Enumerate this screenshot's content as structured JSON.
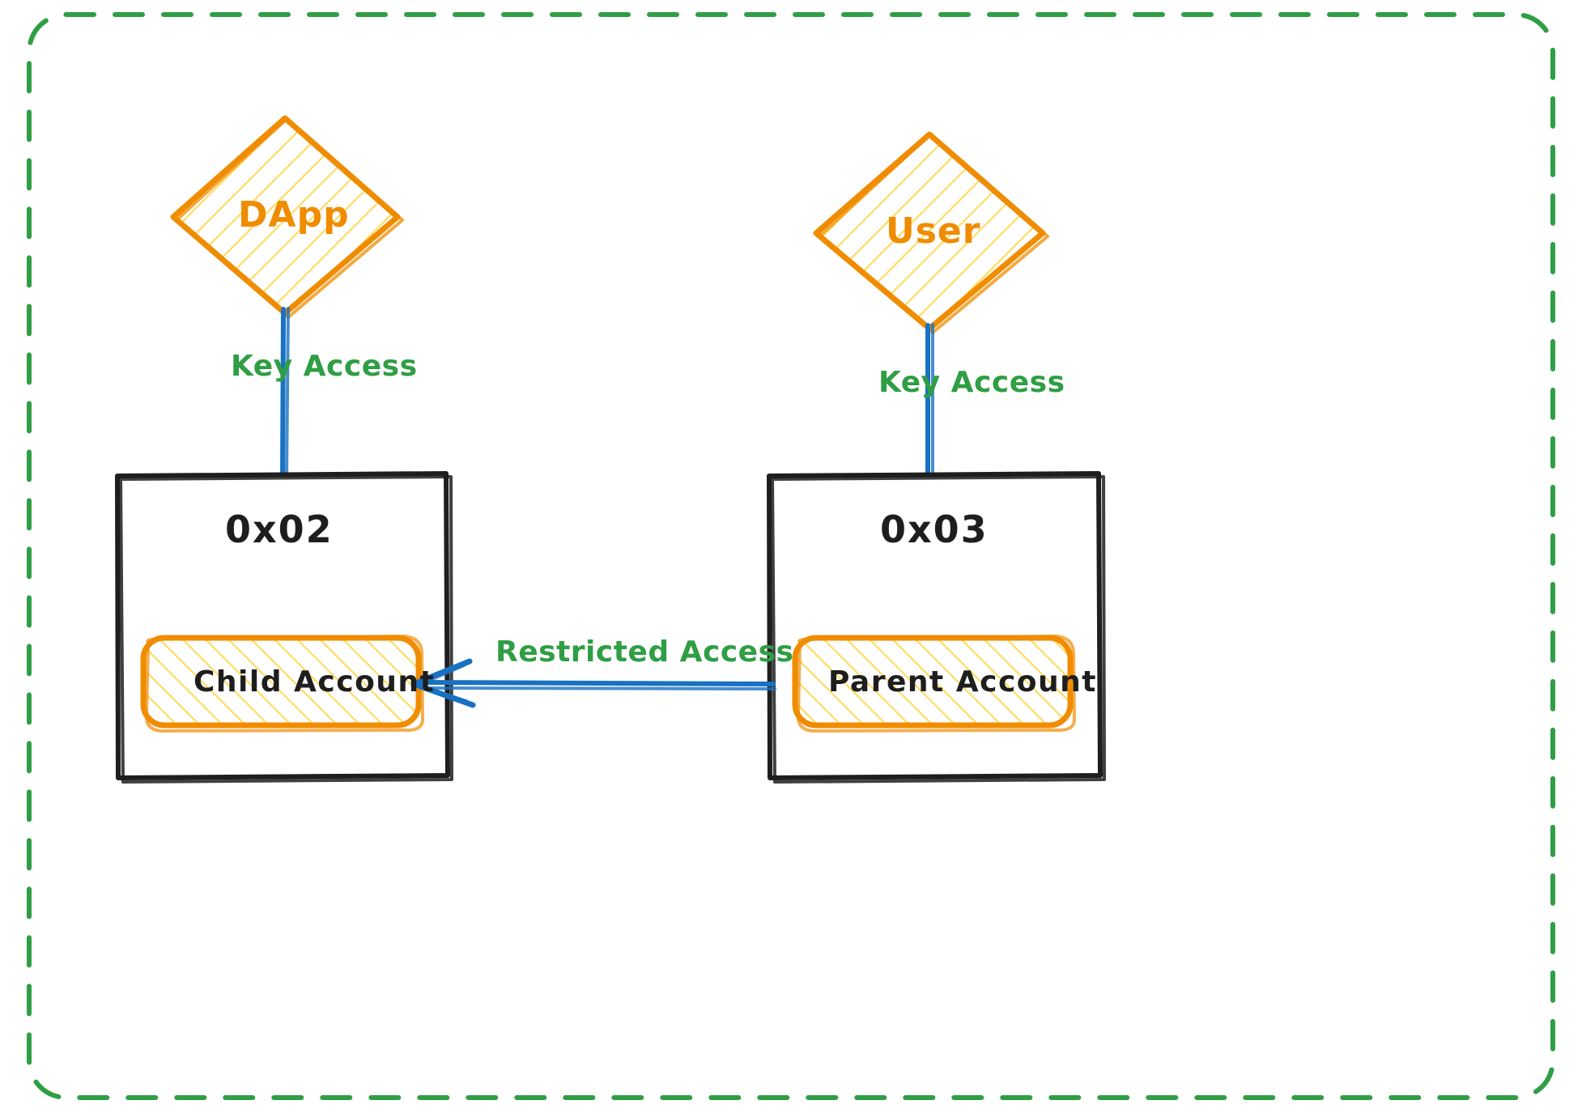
{
  "diagram": {
    "title_visible": false,
    "container": {
      "name": "dashed-boundary",
      "border_color": "#2f9e44",
      "border_style": "dashed"
    },
    "colors": {
      "accent_orange": "#f08c00",
      "hatch_yellow": "#ffd43b",
      "node_stroke_black": "#1e1e1e",
      "link_blue": "#1971c2",
      "label_green": "#2f9e44",
      "background": "#ffffff"
    },
    "nodes": [
      {
        "id": "dapp",
        "shape": "diamond",
        "label": "DApp",
        "text_color": "#f08c00",
        "stroke": "#f08c00",
        "fill": "#ffd43b"
      },
      {
        "id": "user",
        "shape": "diamond",
        "label": "User",
        "text_color": "#f08c00",
        "stroke": "#f08c00",
        "fill": "#ffd43b"
      },
      {
        "id": "account_0x02",
        "shape": "rectangle",
        "label": "0x02",
        "text_color": "#1e1e1e",
        "stroke": "#1e1e1e",
        "fill": "transparent",
        "child": {
          "id": "child_account",
          "shape": "rounded-rectangle",
          "label": "Child Account",
          "text_color": "#1e1e1e",
          "stroke": "#f08c00",
          "fill": "#ffd43b"
        }
      },
      {
        "id": "account_0x03",
        "shape": "rectangle",
        "label": "0x03",
        "text_color": "#1e1e1e",
        "stroke": "#1e1e1e",
        "fill": "transparent",
        "child": {
          "id": "parent_account",
          "shape": "rounded-rectangle",
          "label": "Parent Account",
          "text_color": "#1e1e1e",
          "stroke": "#f08c00",
          "fill": "#ffd43b"
        }
      }
    ],
    "edges": [
      {
        "id": "dapp-to-0x02",
        "label": "Key Access",
        "from": "dapp",
        "to": "account_0x02",
        "color": "#1971c2",
        "arrowhead": "none"
      },
      {
        "id": "user-to-0x03",
        "label": "Key Access",
        "from": "user",
        "to": "account_0x03",
        "color": "#1971c2",
        "arrowhead": "none"
      },
      {
        "id": "parent-to-child",
        "label": "Restricted Access",
        "from": "parent_account",
        "to": "child_account",
        "color": "#1971c2",
        "arrowhead": "left"
      }
    ]
  }
}
